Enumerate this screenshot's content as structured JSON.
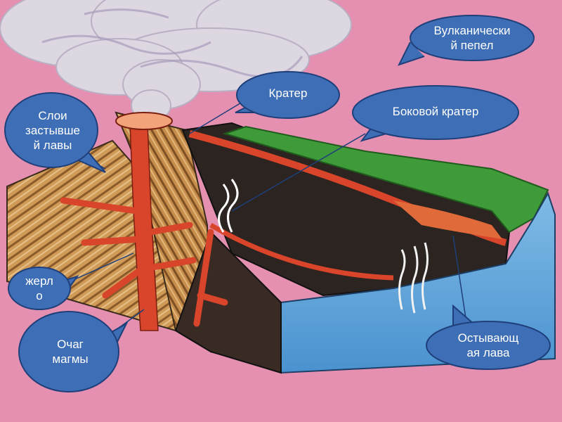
{
  "diagram": {
    "labels": {
      "volcanic_ash": "Вулканически\nй пепел",
      "crater": "Кратер",
      "side_crater": "Боковой кратер",
      "lava_layers": "Слои\nзастывше\nй лавы",
      "vent": "жерл\nо",
      "magma_chamber": "Очаг\nмагмы",
      "cooling_lava": "Остывающ\nая лава"
    },
    "colors": {
      "background": "#e58fb1",
      "callout_fill": "#3e6fb6",
      "callout_stroke": "#1f3f7a",
      "lava": "#d8452a",
      "sea": "#5fa6dc",
      "grass": "#3f9a3a",
      "smoke": "#d9d4de",
      "rock_dark": "#2b2420",
      "strata": "#c9944f"
    }
  }
}
